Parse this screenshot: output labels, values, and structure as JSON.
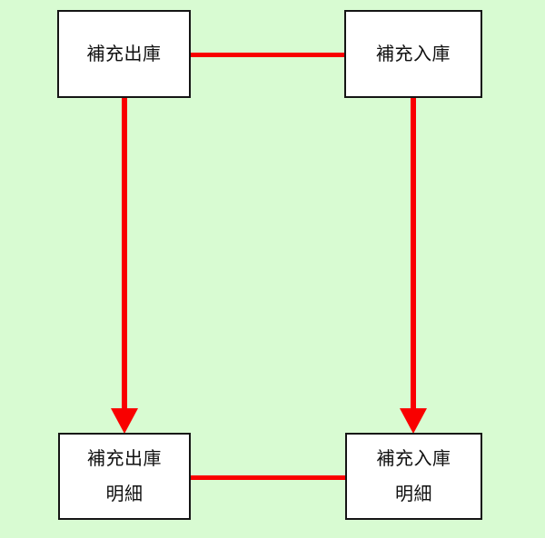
{
  "diagram": {
    "title": "",
    "background_color": "#d8fbd2",
    "node_fill_color": "#ffffff",
    "node_border_color": "#151515",
    "connector_color": "#f90000",
    "nodes": [
      {
        "id": "replenish-out",
        "lines": [
          "補充出庫"
        ],
        "line1": "補充出庫",
        "line2": ""
      },
      {
        "id": "replenish-in",
        "lines": [
          "補充入庫"
        ],
        "line1": "補充入庫",
        "line2": ""
      },
      {
        "id": "replenish-out-detail",
        "lines": [
          "補充出庫",
          "明細"
        ],
        "line1": "補充出庫",
        "line2": "明細"
      },
      {
        "id": "replenish-in-detail",
        "lines": [
          "補充入庫",
          "明細"
        ],
        "line1": "補充入庫",
        "line2": "明細"
      }
    ],
    "connectors": [
      {
        "id": "top-horizontal",
        "from": "replenish-out",
        "to": "replenish-in",
        "arrow": false,
        "orientation": "horizontal"
      },
      {
        "id": "bottom-horizontal",
        "from": "replenish-out-detail",
        "to": "replenish-in-detail",
        "arrow": false,
        "orientation": "horizontal"
      },
      {
        "id": "left-vertical",
        "from": "replenish-out",
        "to": "replenish-out-detail",
        "arrow": true,
        "orientation": "vertical"
      },
      {
        "id": "right-vertical",
        "from": "replenish-in",
        "to": "replenish-in-detail",
        "arrow": true,
        "orientation": "vertical"
      }
    ]
  }
}
